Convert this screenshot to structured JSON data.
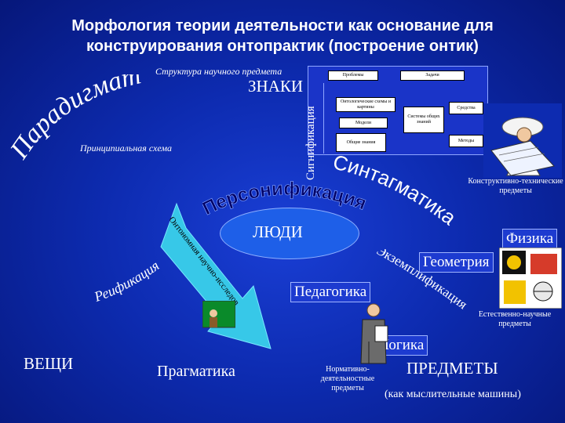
{
  "title_line1": "Морфология теории деятельности как основание для",
  "title_line2": "конструирования онтопрактик (построение онтик)",
  "structure_label": "Структура научного предмета",
  "znaki": "ЗНАКИ",
  "signification": "Сигнификация",
  "paradigmatika": "Парадигматика",
  "principal_scheme": "Принципиальная схема",
  "struct_boxes": {
    "problems": "Проблемы",
    "tasks": "Задачи",
    "ontological": "Онтологические схемы и картины",
    "systems": "Системы общих знаний",
    "means": "Средства",
    "model": "Модели",
    "methods": "Методы",
    "general_knowledge": "Общие знания"
  },
  "sintagmatika": "Синтагматика",
  "personifikatsiya": "Персонификация",
  "konstruktivno": "Конструктивно-технические предметы",
  "lyudi": "ЛЮДИ",
  "fizika": "Физика",
  "geometriya": "Геометрия",
  "ekzemplifikatsiya": "Экземплификация",
  "arrow_text": "Онтономная научно-исследовательской деятельности",
  "reifikatsiya": "Реификация",
  "pedagogika": "Педагогика",
  "estestvenno": "Естественно-научные предметы",
  "logika": "Логика",
  "veshchi": "ВЕЩИ",
  "pragmatika": "Прагматика",
  "normativno": "Нормативно-деятельностные предметы",
  "predmety": "ПРЕДМЕТЫ",
  "mashiny": "(как мыслительные машины)",
  "colors": {
    "bg": "#0d2bb0",
    "arrow": "#37c8e8",
    "oval": "#1e5fe8",
    "text": "#ffffff"
  }
}
